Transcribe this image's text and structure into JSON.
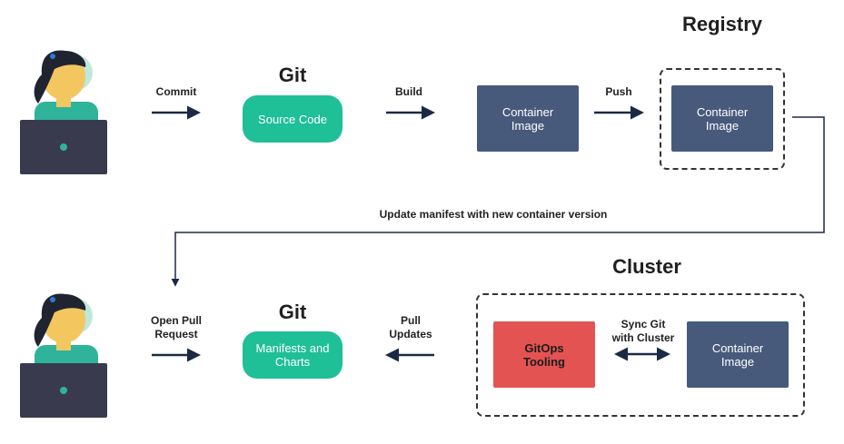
{
  "top_row": {
    "commit_label": "Commit",
    "git_heading": "Git",
    "source_code": "Source Code",
    "build_label": "Build",
    "container_image": "Container\nImage",
    "push_label": "Push",
    "registry_heading": "Registry",
    "registry_image": "Container\nImage"
  },
  "connector": {
    "update_label": "Update manifest with new container version"
  },
  "bottom_row": {
    "open_pr_label": "Open Pull\nRequest",
    "git_heading": "Git",
    "manifests": "Manifests and\nCharts",
    "pull_updates_label": "Pull\nUpdates",
    "cluster_heading": "Cluster",
    "gitops_tooling": "GitOps\nTooling",
    "sync_label": "Sync Git\nwith Cluster",
    "cluster_image": "Container\nImage"
  },
  "colors": {
    "git_green": "#1fbf97",
    "container_blue": "#475a7c",
    "gitops_red": "#e35352",
    "arrow_navy": "#1b2a44"
  },
  "icons": [
    "developer-icon-top",
    "developer-icon-bottom"
  ]
}
